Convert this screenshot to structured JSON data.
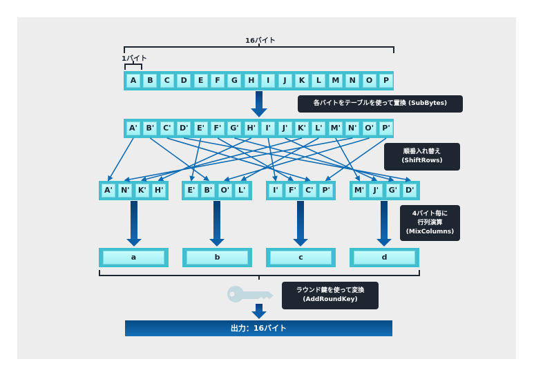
{
  "labels": {
    "total_bytes": "16バイト",
    "one_byte": "1バイト"
  },
  "input_bytes": [
    "A",
    "B",
    "C",
    "D",
    "E",
    "F",
    "G",
    "H",
    "I",
    "J",
    "K",
    "L",
    "M",
    "N",
    "O",
    "P"
  ],
  "substituted_bytes": [
    "A'",
    "B'",
    "C'",
    "D'",
    "E'",
    "F'",
    "G'",
    "H'",
    "I'",
    "J'",
    "K'",
    "L'",
    "M'",
    "N'",
    "O'",
    "P'"
  ],
  "shifted_groups": [
    [
      "A'",
      "N'",
      "K'",
      "H'"
    ],
    [
      "E'",
      "B'",
      "O'",
      "L'"
    ],
    [
      "I'",
      "F'",
      "C'",
      "P'"
    ],
    [
      "M'",
      "J'",
      "G'",
      "D'"
    ]
  ],
  "shift_mapping": [
    0,
    13,
    10,
    7,
    4,
    1,
    14,
    11,
    8,
    5,
    2,
    15,
    12,
    9,
    6,
    3
  ],
  "columns": [
    "a",
    "b",
    "c",
    "d"
  ],
  "steps": {
    "subbytes": "各バイトをテーブルを使って置換 (SubBytes)",
    "shiftrows_line1": "順番入れ替え",
    "shiftrows_line2": "(ShiftRows)",
    "mixcolumns_line1": "4バイト毎に",
    "mixcolumns_line2": "行列演算",
    "mixcolumns_line3": "(MixColumns)",
    "addroundkey_line1": "ラウンド鍵を使って変換",
    "addroundkey_line2": "(AddRoundKey)"
  },
  "output_label": "出力：16バイト",
  "colors": {
    "cell_bar": "#3fbfcf",
    "cell_fill": "#b4f6f9",
    "arrow": "#0b5ea8",
    "note_bg": "#1e2631",
    "panel": "#ededed"
  }
}
